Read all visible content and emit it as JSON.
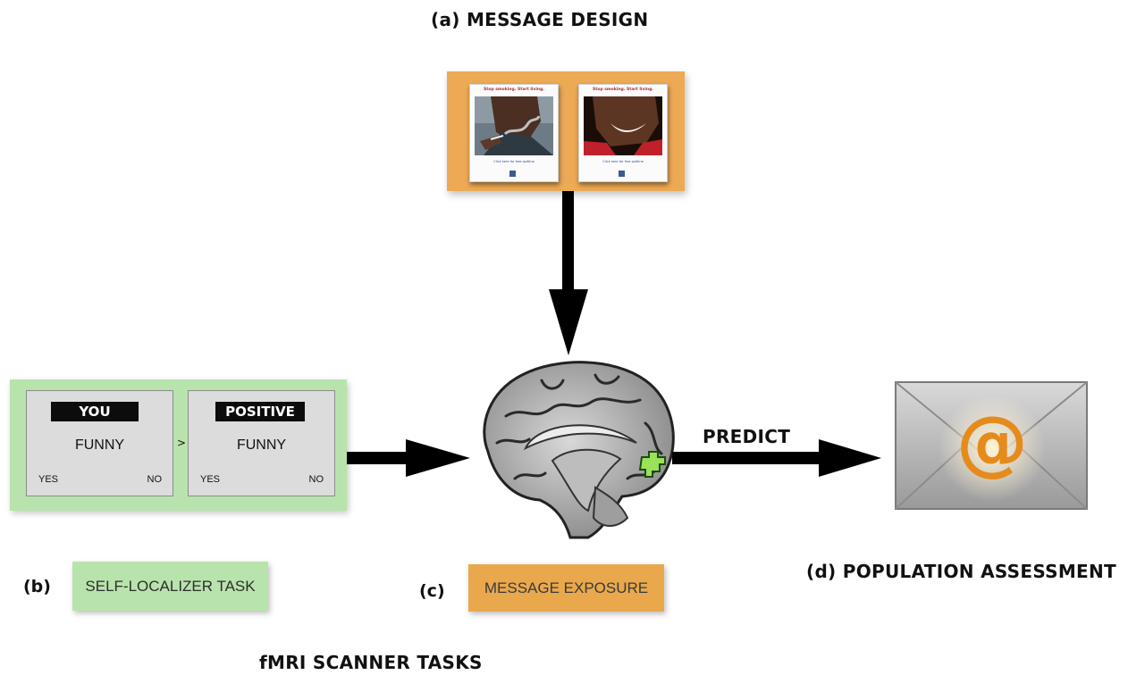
{
  "title_a": "(a)  MESSAGE DESIGN",
  "ads": [
    {
      "headline": "Stop smoking. Start living.",
      "link": "Click here for free quitline"
    },
    {
      "headline": "Stop smoking. Start living.",
      "link": "Click here for free quitline"
    }
  ],
  "task": {
    "card1_label": "YOU",
    "card2_label": "POSITIVE",
    "word": "FUNNY",
    "yes": "YES",
    "no": "NO",
    "comparator": ">"
  },
  "label_b": "(b)",
  "tag_b": "SELF-LOCALIZER TASK",
  "label_c": "(c)",
  "tag_c": "MESSAGE EXPOSURE",
  "predict": "PREDICT",
  "title_d": "(d)  POPULATION ASSESSMENT",
  "footer": "fMRI SCANNER TASKS",
  "email_symbol": "@",
  "colors": {
    "orange": "#ecaa55",
    "green": "#b9e3ac",
    "roi": "#9be15a"
  },
  "icons": [
    "brain-icon",
    "envelope-icon",
    "arrow-down-icon",
    "arrow-right-icon",
    "facebook-icon"
  ]
}
